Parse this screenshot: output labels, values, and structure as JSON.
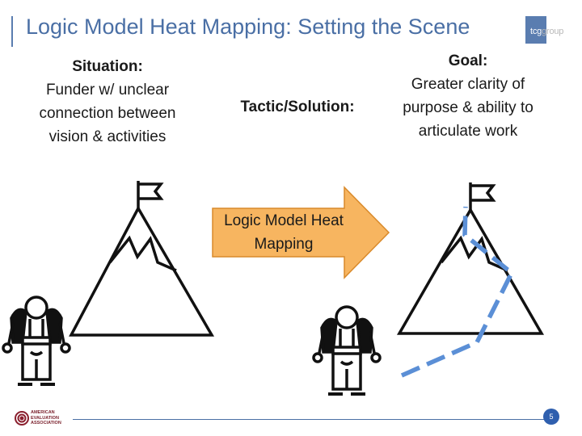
{
  "slide": {
    "title": "Logic Model Heat Mapping: Setting the Scene",
    "logo": {
      "main": "tcg",
      "tail": "group"
    },
    "situation": {
      "heading": "Situation:",
      "lines": [
        "Funder w/ unclear",
        "connection between",
        "vision & activities"
      ]
    },
    "tactic": {
      "heading": "Tactic/Solution:"
    },
    "goal": {
      "heading": "Goal:",
      "lines": [
        "Greater clarity of",
        "purpose & ability to",
        "articulate work"
      ]
    },
    "arrow": {
      "lines": [
        "Logic Model Heat",
        "Mapping"
      ]
    },
    "footer": {
      "org_lines": [
        "AMERICAN",
        "EVALUATION",
        "ASSOCIATION"
      ],
      "page_number": "5"
    }
  },
  "colors": {
    "title": "#4a6fa5",
    "arrow_fill": "#f7b560",
    "arrow_stroke": "#d98a2b",
    "path_dash": "#5b8fd6",
    "page_badge": "#2f5fae"
  },
  "icons": [
    "mountain-icon",
    "flag-icon",
    "hiker-icon",
    "dashed-path-icon",
    "aea-logo-icon"
  ]
}
